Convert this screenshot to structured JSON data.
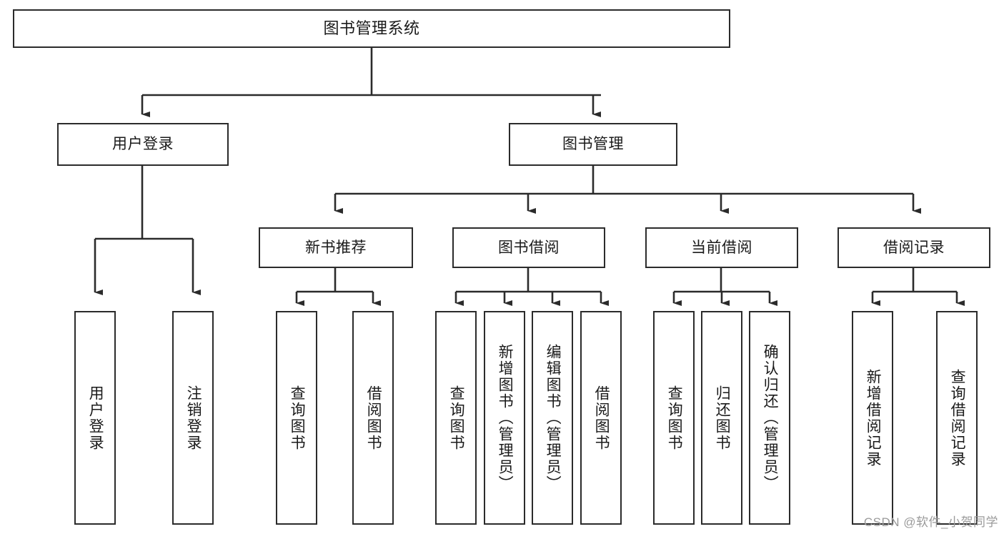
{
  "diagram": {
    "title": "图书管理系统",
    "type": "tree-hierarchy",
    "style": {
      "box_border": "#2b2b2b",
      "box_fill": "#ffffff",
      "text_color": "#1a1a1a",
      "connector_color": "#2b2b2b",
      "background": "#ffffff"
    }
  },
  "root": {
    "label": "图书管理系统"
  },
  "level1": [
    {
      "label": "用户登录"
    },
    {
      "label": "图书管理"
    }
  ],
  "level2": [
    {
      "label": "新书推荐"
    },
    {
      "label": "图书借阅"
    },
    {
      "label": "当前借阅"
    },
    {
      "label": "借阅记录"
    }
  ],
  "leaves": {
    "user_login": [
      {
        "label": "用户登录"
      },
      {
        "label": "注销登录"
      }
    ],
    "new_book": [
      {
        "label": "查询图书"
      },
      {
        "label": "借阅图书"
      }
    ],
    "book_borrow": [
      {
        "label": "查询图书"
      },
      {
        "label": "新增图书（管理员）"
      },
      {
        "label": "编辑图书（管理员）"
      },
      {
        "label": "借阅图书"
      }
    ],
    "current_borrow": [
      {
        "label": "查询图书"
      },
      {
        "label": "归还图书"
      },
      {
        "label": "确认归还（管理员）"
      }
    ],
    "borrow_record": [
      {
        "label": "新增借阅记录"
      },
      {
        "label": "查询借阅记录"
      }
    ]
  },
  "watermark": {
    "text": "CSDN @软件_小贺同学"
  }
}
